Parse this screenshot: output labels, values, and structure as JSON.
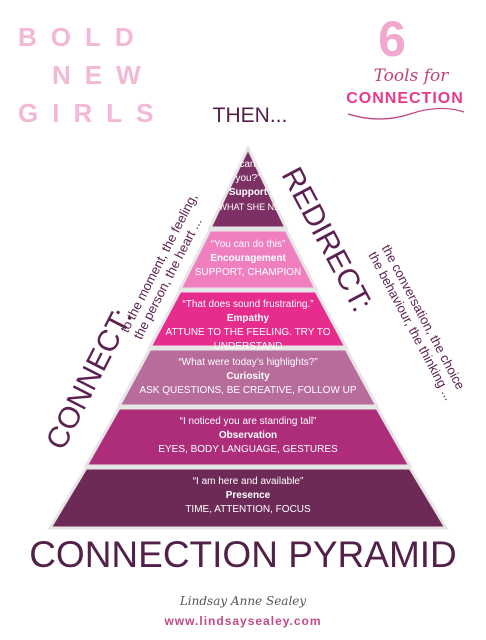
{
  "brand": {
    "line1": "BOLD",
    "line2": "NEW",
    "line3": "GIRLS"
  },
  "header": {
    "number": "6",
    "tools_for": "Tools for",
    "connection_word": "CONNECTION",
    "then": "THEN..."
  },
  "colors": {
    "tier1": "#7d3063",
    "tier2": "#f07fc0",
    "tier3": "#e62c8d",
    "tier4": "#b86c9c",
    "tier5": "#ad2d7b",
    "tier6": "#6d2a57",
    "outline": "#e6e6e6"
  },
  "pyramid": {
    "tiers": [
      {
        "quote": "“How can I help you?”",
        "title": "Support",
        "desc": "ASK WHAT SHE NEEDS"
      },
      {
        "quote": "“You can do this”",
        "title": "Encouragement",
        "desc": "SUPPORT, CHAMPION"
      },
      {
        "quote": "“That does sound frustrating.”",
        "title": "Empathy",
        "desc": "ATTUNE TO THE FEELING. TRY TO UNDERSTAND"
      },
      {
        "quote": "“What were today’s highlights?”",
        "title": "Curiosity",
        "desc": "ASK QUESTIONS, BE CREATIVE, FOLLOW UP"
      },
      {
        "quote": "“I noticed you are standing tall”",
        "title": "Observation",
        "desc": "EYES, BODY LANGUAGE, GESTURES"
      },
      {
        "quote": "“I am here and available”",
        "title": "Presence",
        "desc": "TIME, ATTENTION, FOCUS"
      }
    ]
  },
  "left_side": {
    "heading": "CONNECT:",
    "line1": "to the moment, the feeling,",
    "line2": "the person, the heart ..."
  },
  "right_side": {
    "heading": "REDIRECT:",
    "line1": "the conversation, the choice",
    "line2": "the behaviour, the thinking ..."
  },
  "footer": {
    "title": "CONNECTION PYRAMID",
    "signature": "Lindsay Anne Sealey",
    "website": "www.lindsaysealey.com"
  }
}
